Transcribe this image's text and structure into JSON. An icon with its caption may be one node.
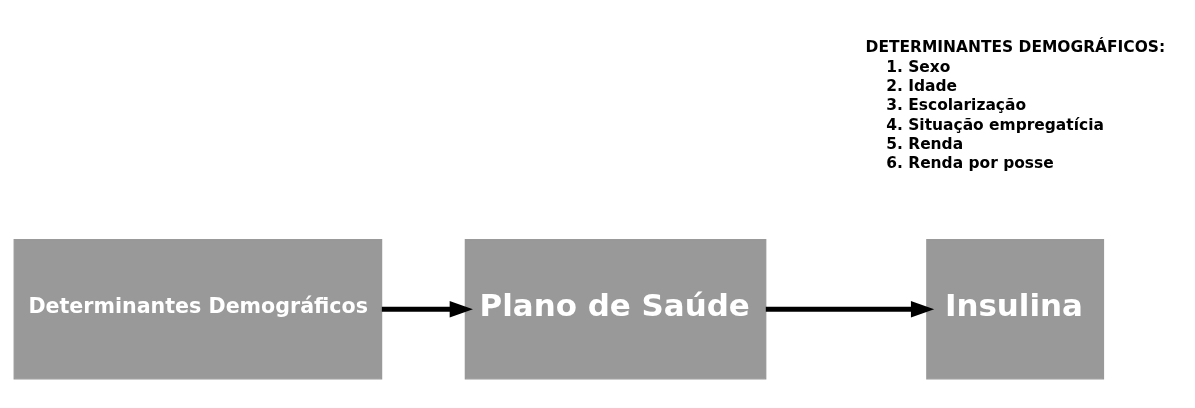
{
  "diagram": {
    "nodes": [
      {
        "text": [
          "Determinantes Demográficos"
        ]
      },
      {
        "text": [
          "Plano de Saúde"
        ]
      },
      {
        "text": [
          "Insulina"
        ]
      }
    ],
    "edges": [
      {
        "from": 0,
        "to": 1,
        "arrow": "to"
      },
      {
        "from": 1,
        "to": 2,
        "arrow": "to"
      }
    ],
    "labels": [
      "DETERMINANTES DEMOGRÁFICOS:",
      "1. Sexo",
      "2. Idade",
      "3. Escolarização",
      "4. Situação empregatícia",
      "5. Renda",
      "6. Renda por posse"
    ]
  }
}
